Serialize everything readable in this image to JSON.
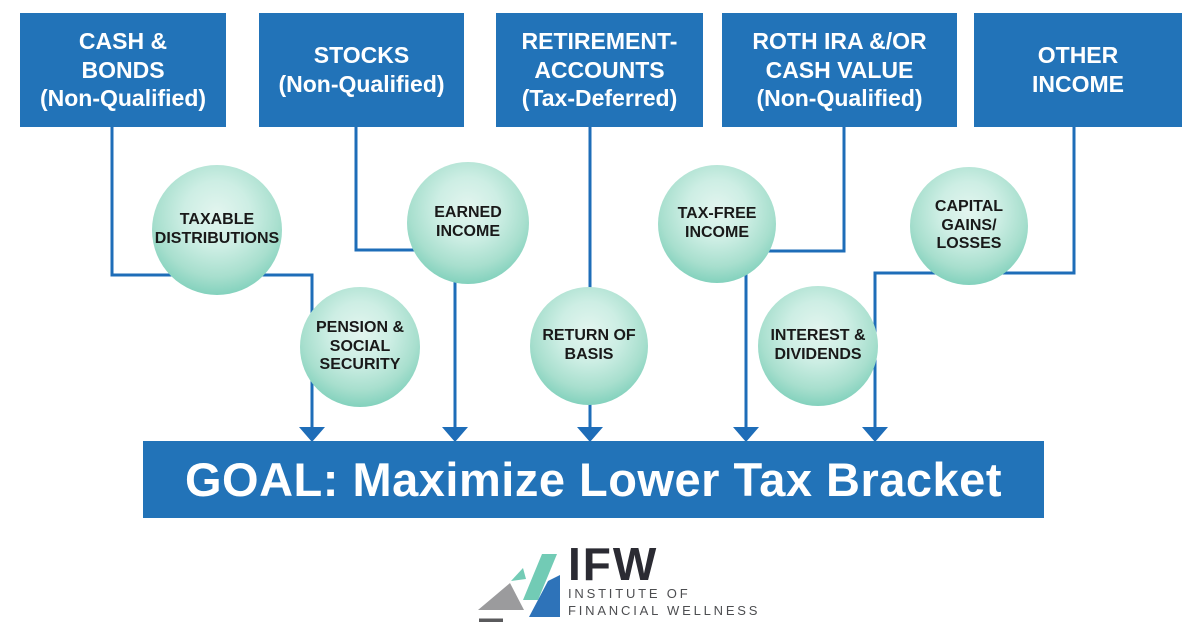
{
  "colors": {
    "box_blue": "#2273b8",
    "line_blue": "#1e6db8",
    "circle_teal_edge": "#5fc0a9",
    "circle_teal_center": "#e3f5ef",
    "circle_text": "#191919",
    "banner_text": "#ffffff",
    "logo_teal": "#72cbb5",
    "logo_blue": "#2e73b9",
    "logo_gray": "#9b9b9d",
    "logo_dark_bar": "#5a5a5c",
    "logo_text_dark": "#2b2b33",
    "logo_caption_gray": "#4d4e51"
  },
  "boxes": [
    {
      "id": "cash-bonds",
      "label": "CASH &\nBONDS\n(Non-Qualified)"
    },
    {
      "id": "stocks",
      "label": "STOCKS\n(Non-Qualified)"
    },
    {
      "id": "retirement-accounts",
      "label": "RETIREMENT-\nACCOUNTS\n(Tax-Deferred)"
    },
    {
      "id": "roth-ira-cash-value",
      "label": "ROTH IRA &/OR\nCASH VALUE\n(Non-Qualified)"
    },
    {
      "id": "other-income",
      "label": "OTHER\nINCOME"
    }
  ],
  "circles": [
    {
      "id": "taxable-distributions",
      "label": "TAXABLE\nDISTRIBUTIONS"
    },
    {
      "id": "earned-income",
      "label": "EARNED\nINCOME"
    },
    {
      "id": "tax-free-income",
      "label": "TAX-FREE\nINCOME"
    },
    {
      "id": "capital-gains-losses",
      "label": "CAPITAL\nGAINS/\nLOSSES"
    },
    {
      "id": "pension-social-security",
      "label": "PENSION &\nSOCIAL\nSECURITY"
    },
    {
      "id": "return-of-basis",
      "label": "RETURN OF\nBASIS"
    },
    {
      "id": "interest-dividends",
      "label": "INTEREST &\nDIVIDENDS"
    }
  ],
  "banner": {
    "label": "GOAL: Maximize Lower Tax Bracket"
  },
  "logo": {
    "acronym": "IFW",
    "line1": "INSTITUTE OF",
    "line2": "FINANCIAL WELLNESS"
  }
}
